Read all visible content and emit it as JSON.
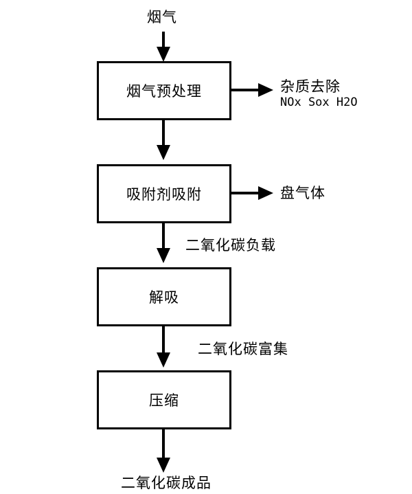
{
  "input_label": "烟气",
  "steps": [
    {
      "label": "烟气预处理",
      "side_output": "杂质去除",
      "side_detail": "NOx Sox H2O"
    },
    {
      "label": "吸附剂吸附",
      "side_output": "盘气体"
    },
    {
      "label": "解吸"
    },
    {
      "label": "压缩"
    }
  ],
  "flow_labels": [
    "二氧化碳负载",
    "二氧化碳富集"
  ],
  "output_label": "二氧化碳成品",
  "icons": {
    "flow_arrow": "arrow-down-icon",
    "side_arrow": "arrow-right-icon"
  },
  "colors": {
    "line": "#000000",
    "background": "#ffffff"
  }
}
